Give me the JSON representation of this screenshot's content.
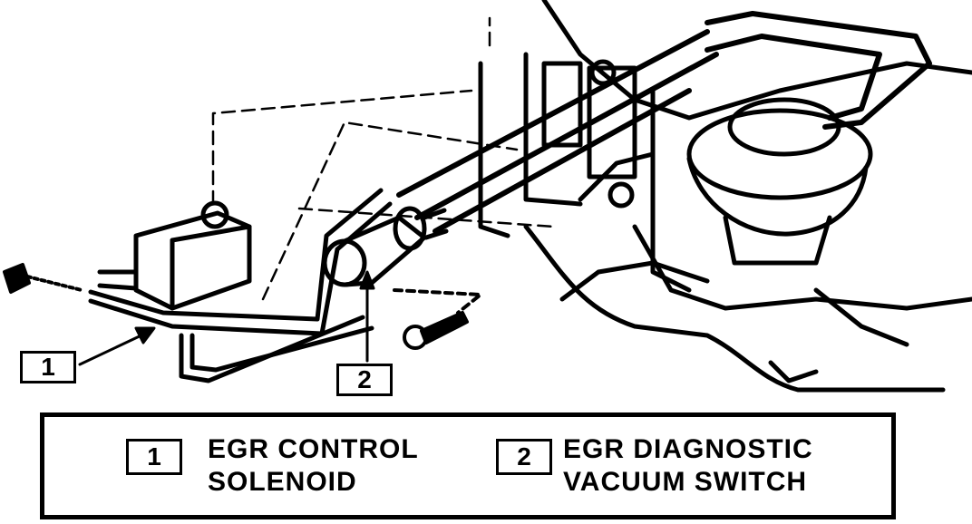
{
  "callouts": [
    {
      "number": "1"
    },
    {
      "number": "2"
    }
  ],
  "legend": {
    "items": [
      {
        "number": "1",
        "line1": "EGR CONTROL",
        "line2": "SOLENOID"
      },
      {
        "number": "2",
        "line1": "EGR DIAGNOSTIC",
        "line2": "VACUUM SWITCH"
      }
    ]
  },
  "colors": {
    "ink": "#000000",
    "paper": "#ffffff"
  }
}
